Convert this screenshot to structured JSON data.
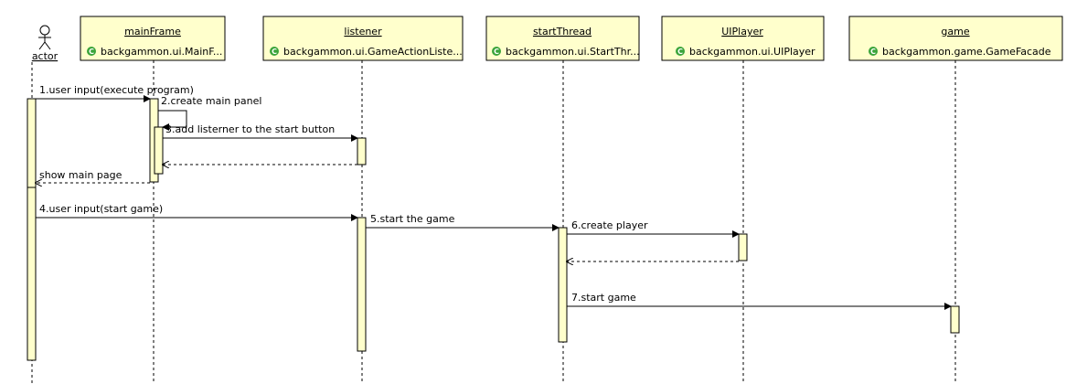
{
  "actor": {
    "name": "actor"
  },
  "participants": [
    {
      "id": "mainFrame",
      "name": "mainFrame",
      "type": "backgammon.ui.MainF..."
    },
    {
      "id": "listener",
      "name": "listener",
      "type": "backgammon.ui.GameActionListe..."
    },
    {
      "id": "startThread",
      "name": "startThread",
      "type": "backgammon.ui.StartThr..."
    },
    {
      "id": "uiplayer",
      "name": "UIPlayer",
      "type": "backgammon.ui.UIPlayer"
    },
    {
      "id": "game",
      "name": "game",
      "type": "backgammon.game.GameFacade"
    }
  ],
  "messages": [
    {
      "id": "m1",
      "label": "1.user input(execute program)"
    },
    {
      "id": "m2",
      "label": "2.create main panel"
    },
    {
      "id": "m3",
      "label": "3.add listerner to the start button"
    },
    {
      "id": "m4",
      "label": "show main page"
    },
    {
      "id": "m5",
      "label": "4.user input(start game)"
    },
    {
      "id": "m6",
      "label": "5.start the game"
    },
    {
      "id": "m7",
      "label": "6.create player"
    },
    {
      "id": "m8",
      "label": "7.start game"
    }
  ],
  "colors": {
    "header_fill": "#FFFFCC",
    "activation_fill": "#FFFFCC",
    "class_icon": "#3AA43A",
    "line": "#000000"
  },
  "icons": {
    "class": "class-c-icon"
  }
}
